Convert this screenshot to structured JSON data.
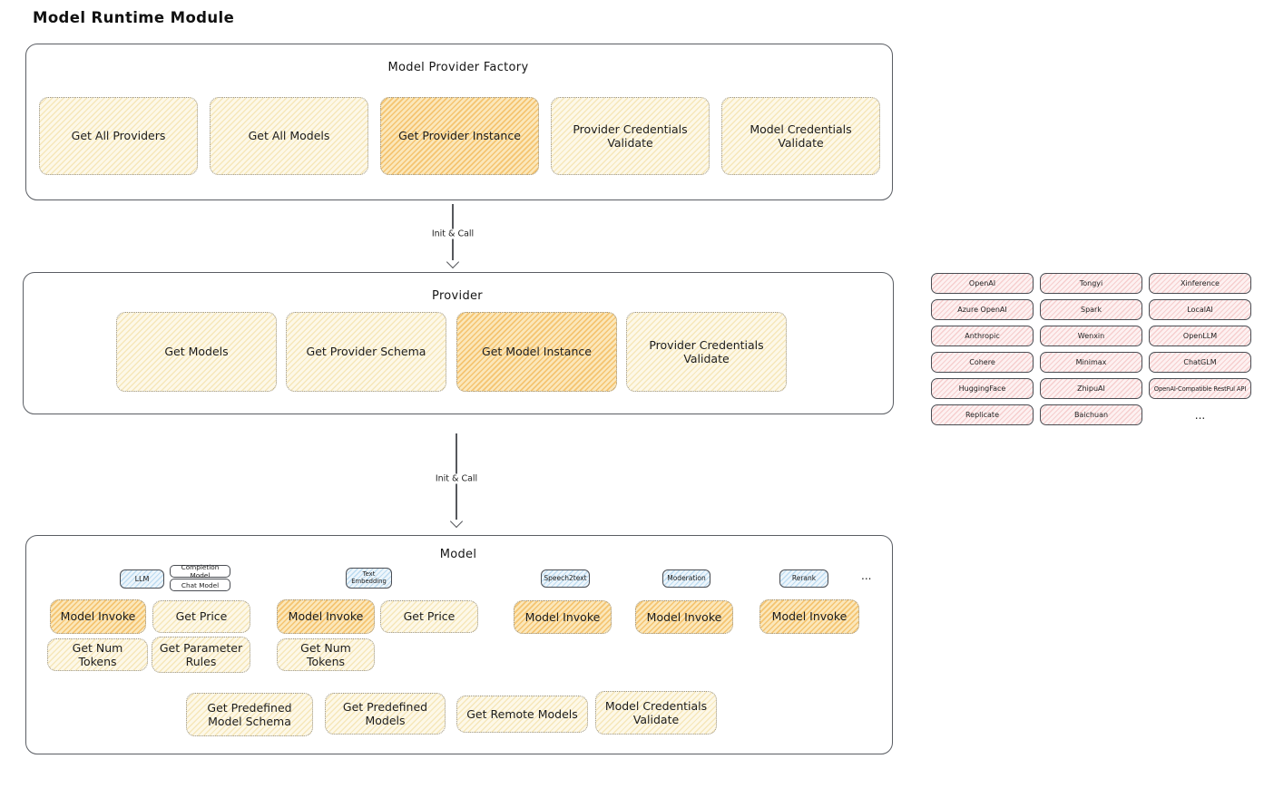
{
  "title": "Model Runtime Module",
  "factory": {
    "title": "Model Provider Factory",
    "boxes": [
      {
        "label": "Get All Providers",
        "highlight": false
      },
      {
        "label": "Get All Models",
        "highlight": false
      },
      {
        "label": "Get Provider Instance",
        "highlight": true
      },
      {
        "label": "Provider Credentials Validate",
        "highlight": false
      },
      {
        "label": "Model Credentials Validate",
        "highlight": false
      }
    ]
  },
  "arrows": [
    {
      "label": "Init & Call"
    },
    {
      "label": "Init & Call"
    }
  ],
  "provider": {
    "title": "Provider",
    "boxes": [
      {
        "label": "Get Models",
        "highlight": false
      },
      {
        "label": "Get Provider Schema",
        "highlight": false
      },
      {
        "label": "Get Model Instance",
        "highlight": true
      },
      {
        "label": "Provider Credentials Validate",
        "highlight": false
      }
    ]
  },
  "providers_grid": {
    "columns": [
      [
        "OpenAI",
        "Azure OpenAI",
        "Anthropic",
        "Cohere",
        "HuggingFace",
        "Replicate"
      ],
      [
        "Tongyi",
        "Spark",
        "Wenxin",
        "Minimax",
        "ZhipuAI",
        "Baichuan"
      ],
      [
        "Xinference",
        "LocalAI",
        "OpenLLM",
        "ChatGLM",
        "OpenAI-Compatible RestFul API"
      ]
    ],
    "more": "..."
  },
  "model": {
    "title": "Model",
    "tabs": [
      {
        "label": "LLM"
      },
      {
        "label": "Completion Model"
      },
      {
        "label": "Chat Model"
      },
      {
        "label": "Text Embedding"
      },
      {
        "label": "Speech2text"
      },
      {
        "label": "Moderation"
      },
      {
        "label": "Rerank"
      }
    ],
    "more": "...",
    "functions": [
      {
        "label": "Model Invoke",
        "highlight": true
      },
      {
        "label": "Get Price",
        "highlight": false
      },
      {
        "label": "Model Invoke",
        "highlight": true
      },
      {
        "label": "Get Price",
        "highlight": false
      },
      {
        "label": "Model Invoke",
        "highlight": true
      },
      {
        "label": "Model Invoke",
        "highlight": true
      },
      {
        "label": "Model Invoke",
        "highlight": true
      },
      {
        "label": "Get Num Tokens",
        "highlight": false
      },
      {
        "label": "Get Parameter Rules",
        "highlight": false
      },
      {
        "label": "Get Num Tokens",
        "highlight": false
      }
    ],
    "shared": [
      {
        "label": "Get Predefined Model Schema"
      },
      {
        "label": "Get Predefined Models"
      },
      {
        "label": "Get Remote Models"
      },
      {
        "label": "Model Credentials Validate"
      }
    ]
  },
  "colors": {
    "function_fill": "#fdf8e8",
    "highlight_fill": "#f6cf8a",
    "provider_chip_fill": "#fbe4e4",
    "model_type_fill": "#dceaf6",
    "stroke": "#5a5d63"
  }
}
